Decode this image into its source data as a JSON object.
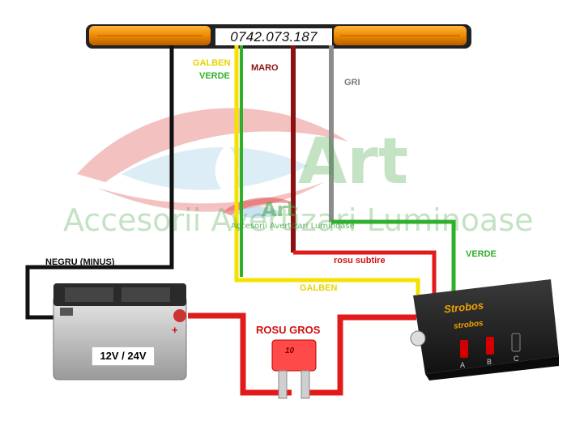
{
  "lightbar": {
    "phone": "0742.073.187"
  },
  "watermark": {
    "big_logo": "Art",
    "big_text": "Accesorii Avertizari Luminoase",
    "small_logo": "Art",
    "small_text": "Accesorii Avertizari Luminoase"
  },
  "wires": {
    "yellow": "GALBEN",
    "green": "VERDE",
    "brown": "MARO",
    "grey": "GRI",
    "black": "NEGRU (MINUS)",
    "thin_red": "rosu subtire",
    "green_right": "VERDE",
    "yellow_bottom": "GALBEN",
    "thick_red": "ROSU GROS"
  },
  "battery": {
    "voltage": "12V / 24V",
    "plus": "+"
  },
  "fuse": {
    "rating": "10"
  },
  "controller": {
    "brand": "Strobos",
    "panel_brand": "strobos",
    "switches": [
      "A",
      "B",
      "C"
    ]
  },
  "colors": {
    "yellow": "#f5e100",
    "green": "#2fb02a",
    "brown": "#8b1010",
    "grey": "#8c8c8c",
    "red": "#e11b1b",
    "black": "#111111",
    "amber": "#f08a00"
  }
}
